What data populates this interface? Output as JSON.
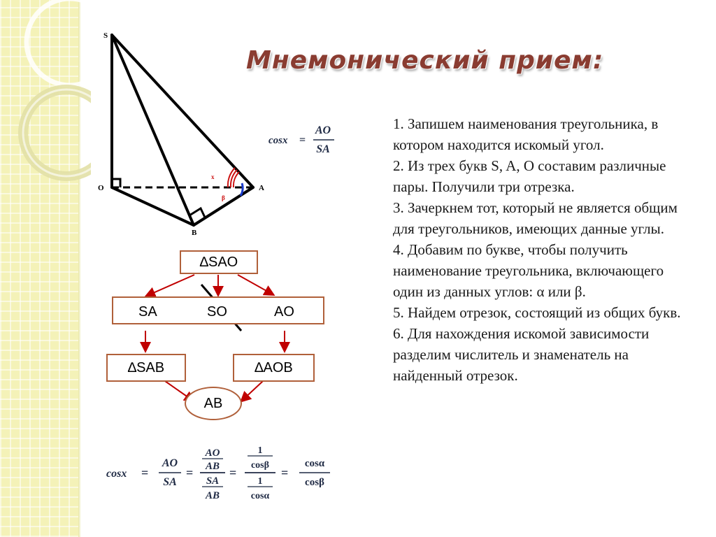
{
  "title": "Мнемонический прием:",
  "pyramid": {
    "vertex_labels": [
      "S",
      "O",
      "A",
      "B"
    ],
    "angle_labels": [
      "x",
      "β"
    ]
  },
  "formula_top": {
    "lhs": "cosx",
    "eq": "=",
    "num": "AO",
    "den": "SA"
  },
  "flowchart": {
    "triangle_sao": "∆SAO",
    "segments": [
      "SA",
      "SO",
      "AO"
    ],
    "crossed_out": "SO",
    "triangle_sab": "∆SAB",
    "triangle_aob": "∆AOB",
    "common_segment": "AB",
    "colors": {
      "box_border": "#b0603a",
      "arrow": "#c00000",
      "strike": "#000000"
    }
  },
  "formula_bottom": {
    "lhs": "cosx",
    "f1_num": "AO",
    "f1_den": "SA",
    "f2_num_top": "AO",
    "f2_num_bot": "AB",
    "f2_den_top": "SA",
    "f2_den_bot": "AB",
    "f3_num_top": "1",
    "f3_num_bot": "cosβ",
    "f3_den_top": "1",
    "f3_den_bot": "cosα",
    "f4_num": "cosα",
    "f4_den": "cosβ"
  },
  "steps": [
    "1. Запишем наименования треугольника, в котором находится искомый угол.",
    "2.  Из трех букв S, A, O составим различные пары. Получили три отрезка.",
    "3. Зачеркнем тот, который не является общим для треугольников, имеющих данные углы.",
    "4. Добавим по букве, чтобы получить наименование треугольника, включающего один из данных углов: α или β.",
    "5. Найдем отрезок, состоящий из общих букв.",
    "6. Для нахождения искомой зависимости разделим числитель и знаменатель на найденный отрезок."
  ],
  "colors": {
    "title": "#8a3c31",
    "band": "#f4f2b8",
    "angle_red": "#cc1111",
    "angle_blue": "#1a3ccc"
  }
}
